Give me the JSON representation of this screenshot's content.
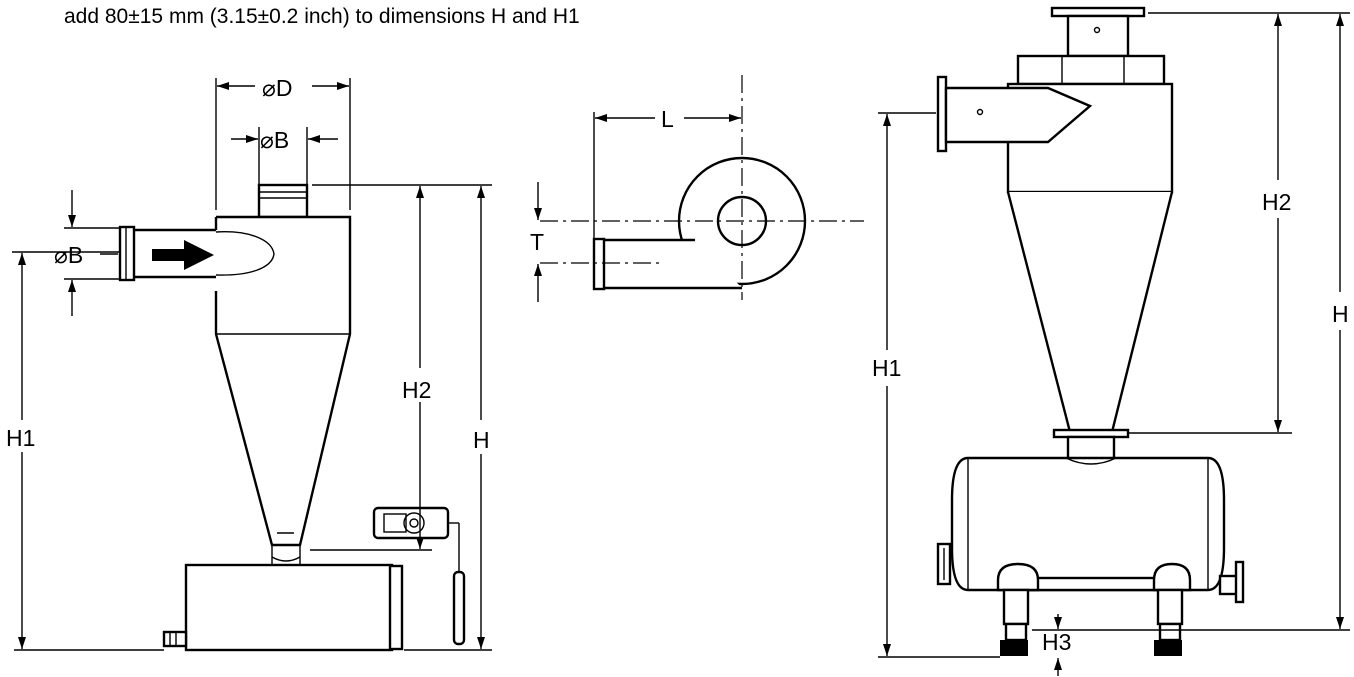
{
  "note": "add 80±15 mm (3.15±0.2 inch) to dimensions H and H1",
  "labels": {
    "diameter_d": "⌀D",
    "diameter_b_top": "⌀B",
    "diameter_b_inlet": "⌀B",
    "h1_left": "H1",
    "h2_left": "H2",
    "h_left": "H",
    "l_top": "L",
    "t_top": "T",
    "h2_right": "H2",
    "h1_right": "H1",
    "h_right": "H",
    "h3_right": "H3"
  }
}
